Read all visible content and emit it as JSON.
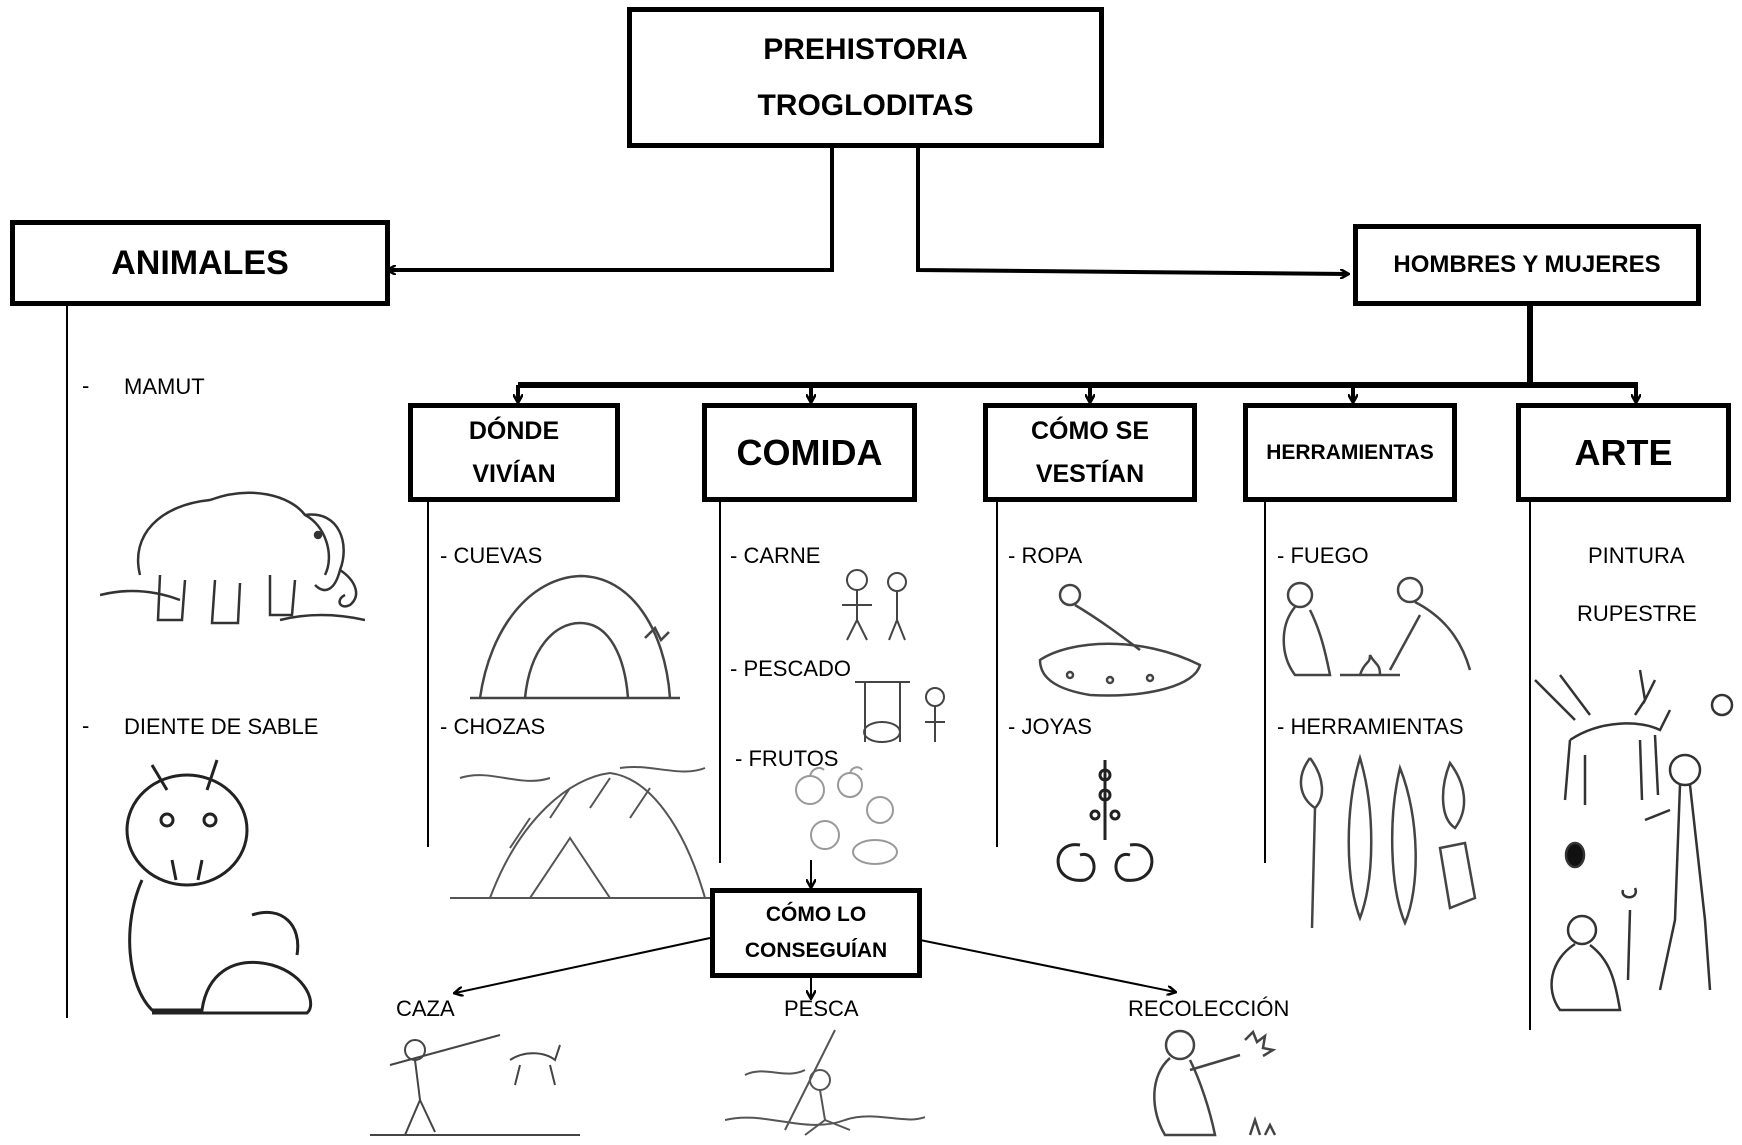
{
  "root": {
    "line1": "PREHISTORIA",
    "line2": "TROGLODITAS"
  },
  "animales": {
    "title": "ANIMALES",
    "items": [
      "MAMUT",
      "DIENTE DE SABLE"
    ]
  },
  "hombres": {
    "title": "HOMBRES Y MUJERES"
  },
  "donde": {
    "line1": "DÓNDE",
    "line2": "VIVÍAN",
    "items": [
      "- CUEVAS",
      "- CHOZAS"
    ]
  },
  "comida": {
    "title": "COMIDA",
    "items": [
      "- CARNE",
      "- PESCADO",
      "- FRUTOS"
    ]
  },
  "como_vestian": {
    "line1": "CÓMO SE",
    "line2": "VESTÍAN",
    "items": [
      "- ROPA",
      "- JOYAS"
    ]
  },
  "herramientas": {
    "title": "HERRAMIENTAS",
    "items": [
      "- FUEGO",
      "- HERRAMIENTAS"
    ]
  },
  "arte": {
    "title": "ARTE",
    "items": [
      "PINTURA",
      "RUPESTRE"
    ]
  },
  "como_conseguian": {
    "line1": "CÓMO LO",
    "line2": "CONSEGUÍAN",
    "items": [
      "CAZA",
      "PESCA",
      "RECOLECCIÓN"
    ]
  },
  "illustrations": [
    "mammoth-icon",
    "sabertooth-icon",
    "cave-icon",
    "hut-icon",
    "meat-icon",
    "fish-icon",
    "fruit-icon",
    "clothes-icon",
    "jewelry-icon",
    "fire-icon",
    "stone-tools-icon",
    "cave-painting-icon",
    "hunting-icon",
    "fishing-icon",
    "gathering-icon"
  ]
}
